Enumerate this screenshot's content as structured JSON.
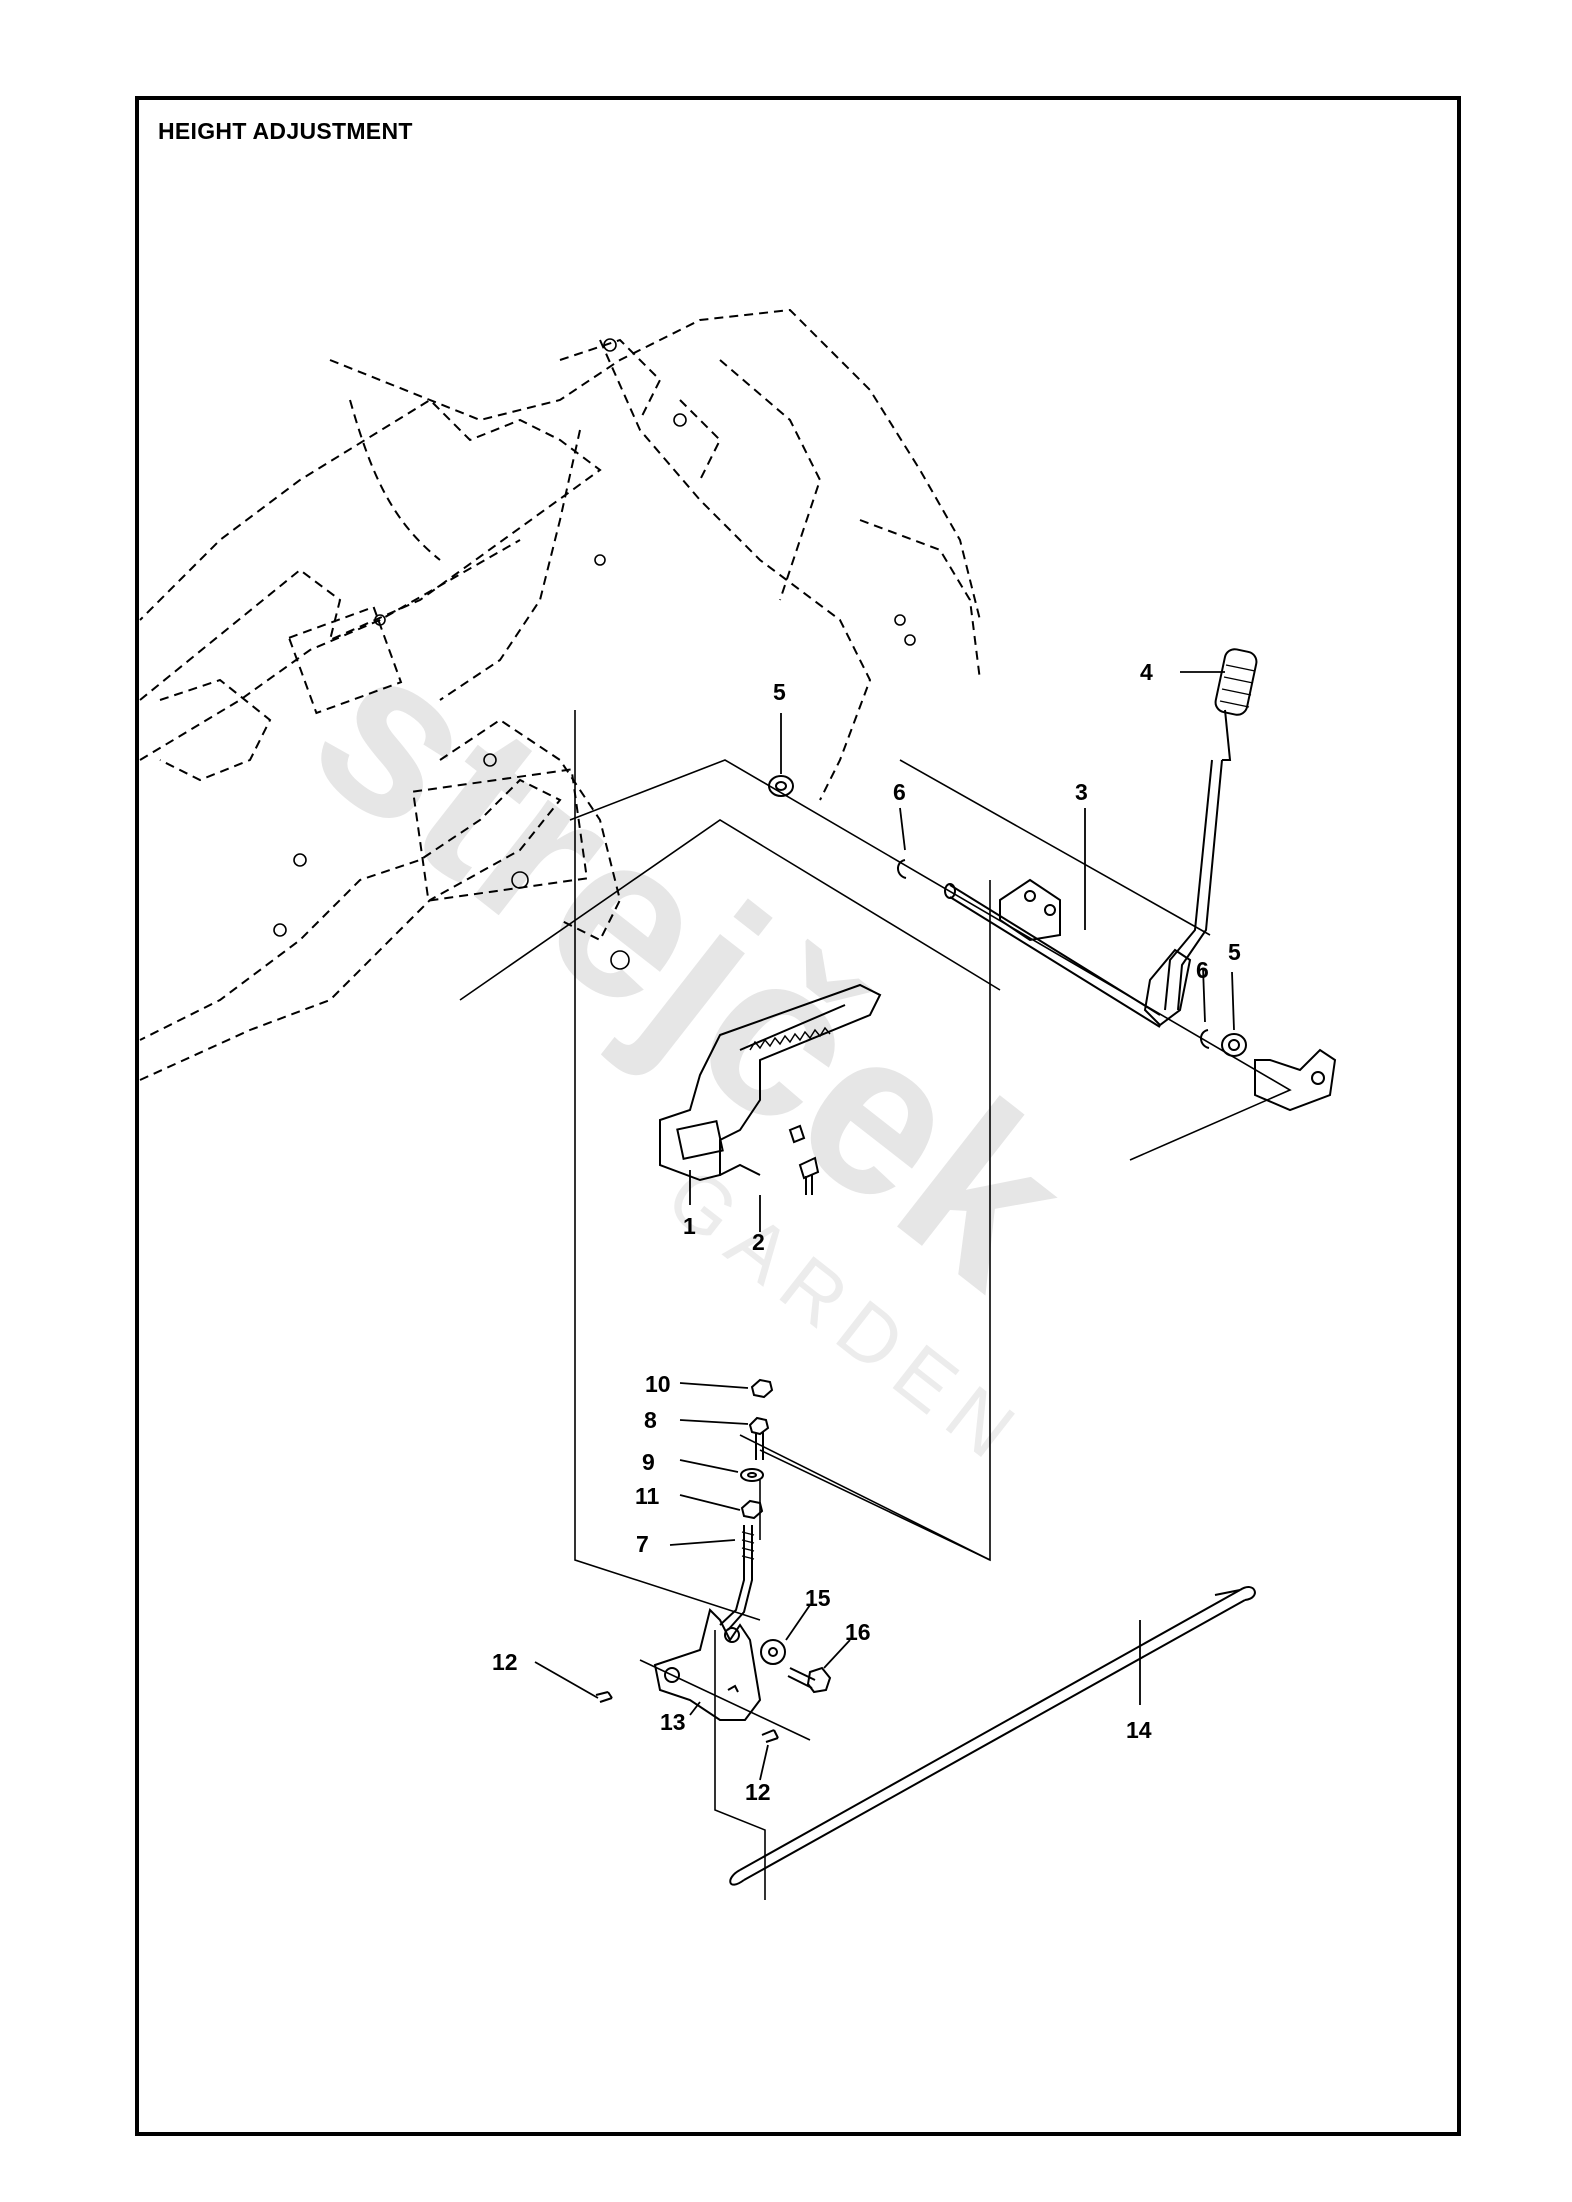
{
  "title": "HEIGHT ADJUSTMENT",
  "watermark": {
    "brand": "strejček",
    "sub": "GARDEN"
  },
  "callouts": [
    "1",
    "2",
    "3",
    "4",
    "5",
    "5",
    "6",
    "6",
    "7",
    "8",
    "9",
    "10",
    "11",
    "12",
    "12",
    "13",
    "14",
    "15",
    "16"
  ],
  "colors": {
    "line": "#000000",
    "watermark": "#e6e6e6"
  }
}
